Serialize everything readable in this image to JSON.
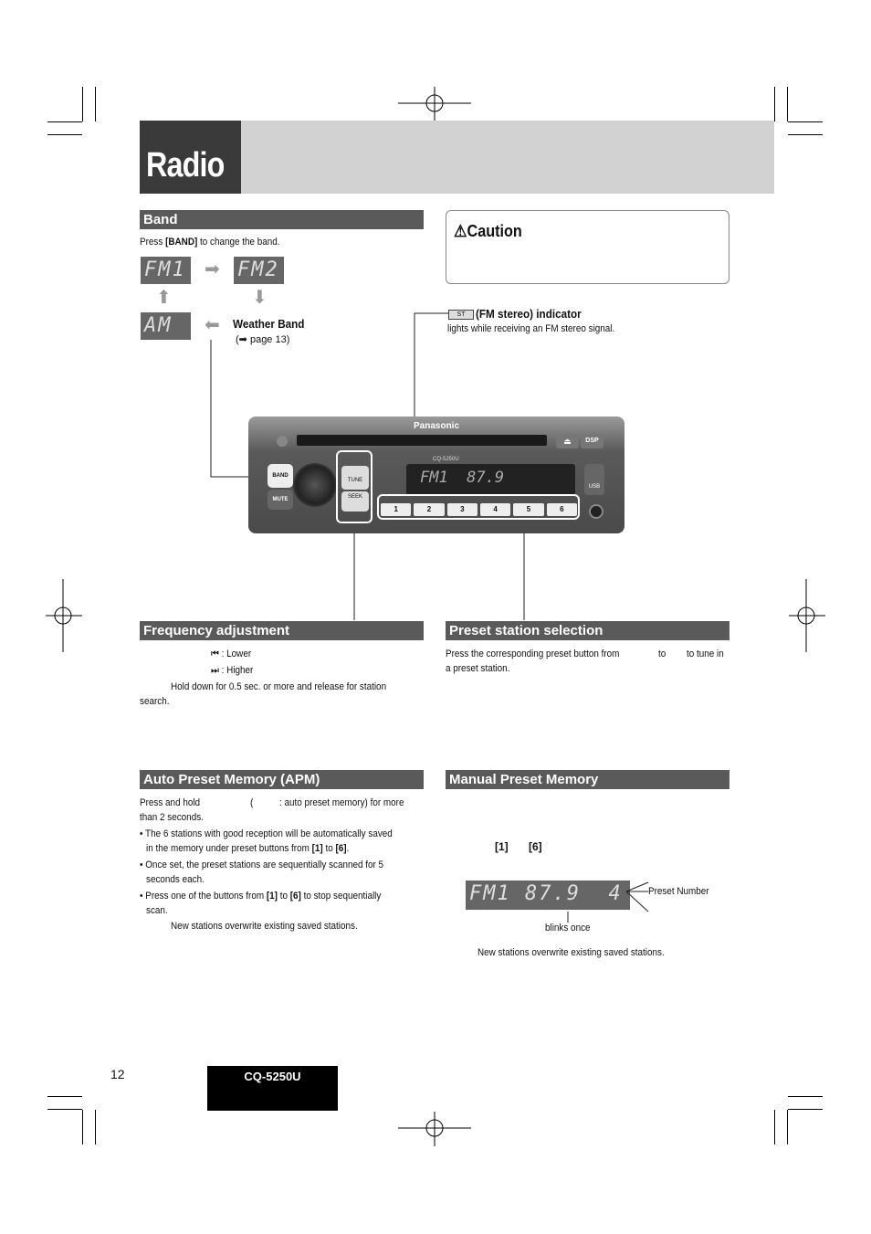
{
  "title": "Radio",
  "band": {
    "heading": "Band",
    "instr_prefix": "Press ",
    "instr_key": "[BAND]",
    "instr_suffix": " to change the band.",
    "lcd_fm1": "FM1",
    "lcd_fm2": "FM2",
    "lcd_am": "AM",
    "weather_label": "Weather Band",
    "weather_ref": "page 13)"
  },
  "caution": {
    "heading": "Caution"
  },
  "st_indicator": {
    "badge": "ST",
    "label": "(FM stereo) indicator",
    "desc": "lights while receiving an FM stereo signal."
  },
  "device": {
    "brand": "Panasonic",
    "model": "CQ-5250U",
    "display": "FM1  87.9",
    "keys": [
      "1",
      "2",
      "3",
      "4",
      "5",
      "6"
    ],
    "band_key": "BAND",
    "mute_key": "MUTE",
    "tune_key": "TUNE",
    "seek_key": "SEEK",
    "disp_key": "DSP",
    "usb_label": "USB"
  },
  "freq": {
    "heading": "Frequency adjustment",
    "lower": ": Lower",
    "higher": ": Higher",
    "hold": "Hold down for 0.5 sec. or more and release for station",
    "hold2": "search."
  },
  "preset_sel": {
    "heading": "Preset station selection",
    "line1a": "Press the corresponding preset button from",
    "line1b": "to",
    "line1c": "to tune in",
    "line2": "a preset station."
  },
  "apm": {
    "heading": "Auto Preset Memory (APM)",
    "l1a": "Press and hold",
    "l1b": "(",
    "l1c": ": auto preset memory) for more",
    "l2": "than 2 seconds.",
    "b1a": "• The 6 stations with good reception will be automatically saved",
    "b1b": "in the memory under preset buttons from ",
    "b1k1": "[1]",
    "b1to": " to ",
    "b1k2": "[6]",
    "b1end": ".",
    "b2a": "• Once set, the preset stations are sequentially scanned for 5",
    "b2b": "seconds each.",
    "b3a": "• Press one of the buttons from ",
    "b3k1": "[1]",
    "b3to": " to ",
    "b3k2": "[6]",
    "b3end": " to stop sequentially",
    "b3b": "scan.",
    "note": "New stations overwrite existing saved stations."
  },
  "manual": {
    "heading": "Manual Preset Memory",
    "k1": "[1]",
    "k6": "[6]",
    "lcd": "FM1 87.9  4",
    "preset_number": "Preset Number",
    "blinks": "blinks once",
    "note": "New stations overwrite existing saved stations."
  },
  "footer": {
    "page": "12",
    "model": "CQ-5250U"
  }
}
